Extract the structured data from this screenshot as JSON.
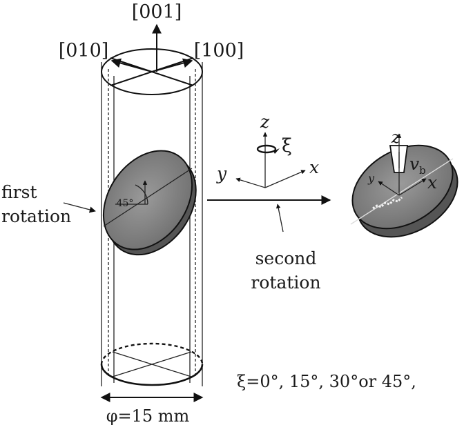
{
  "crystal_axes": {
    "top": "[001]",
    "left": "[010]",
    "right": "[100]"
  },
  "angle_label": "45°",
  "annotations": {
    "first_line1": "first",
    "first_line2": "rotation",
    "second_line1": "second",
    "second_line2": "rotation"
  },
  "frame": {
    "z": "z",
    "x": "x",
    "y": "y",
    "xi": "ξ"
  },
  "specimen": {
    "z": "z",
    "x": "x",
    "y": "y",
    "v": "v",
    "v_sub": "b"
  },
  "xi_values": "ξ=0°, 15°, 30°or 45°,",
  "diameter": "φ=15 mm"
}
